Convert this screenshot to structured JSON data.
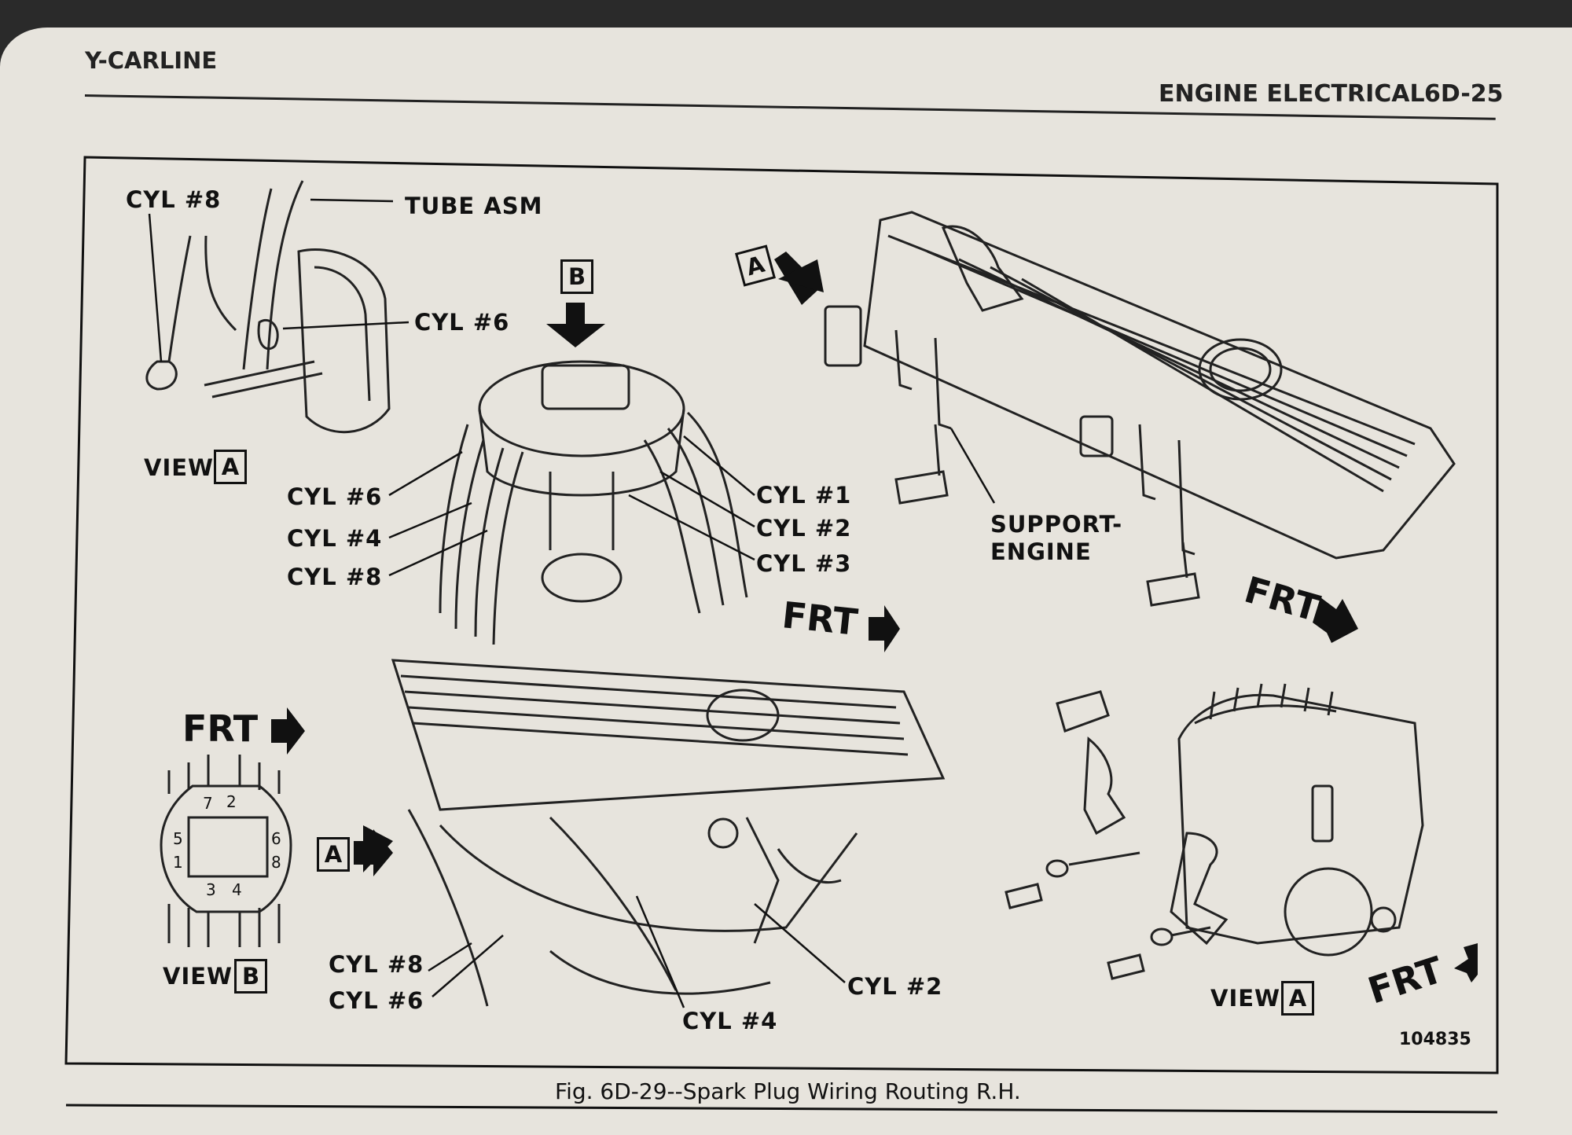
{
  "header": {
    "left": "Y-CARLINE",
    "section": "ENGINE ELECTRICAL",
    "page_number": "6D-25"
  },
  "figure": {
    "caption": "Fig. 6D-29--Spark Plug Wiring Routing R.H.",
    "id_number": "104835",
    "labels": {
      "cyl8_top": "CYL #8",
      "tube_asm": "TUBE ASM",
      "cyl6_top": "CYL #6",
      "view_a_top": "VIEW",
      "cyl6_left": "CYL #6",
      "cyl4_left": "CYL #4",
      "cyl8_left": "CYL #8",
      "cyl1": "CYL #1",
      "cyl2": "CYL #2",
      "cyl3": "CYL #3",
      "support_engine_1": "SUPPORT-",
      "support_engine_2": "ENGINE",
      "frt_center": "FRT",
      "frt_right": "FRT",
      "frt_left": "FRT",
      "frt_bottom_right": "FRT",
      "view_b": "VIEW",
      "cyl8_bottom": "CYL #8",
      "cyl6_bottom": "CYL #6",
      "cyl4_bottom": "CYL #4",
      "cyl2_bottom": "CYL #2",
      "view_a_bottom": "VIEW",
      "box_a": "A",
      "box_b": "B",
      "cap_2": "2",
      "cap_7": "7",
      "cap_6": "6",
      "cap_5": "5",
      "cap_8": "8",
      "cap_3": "3",
      "cap_4": "4",
      "cap_1": "1"
    }
  }
}
